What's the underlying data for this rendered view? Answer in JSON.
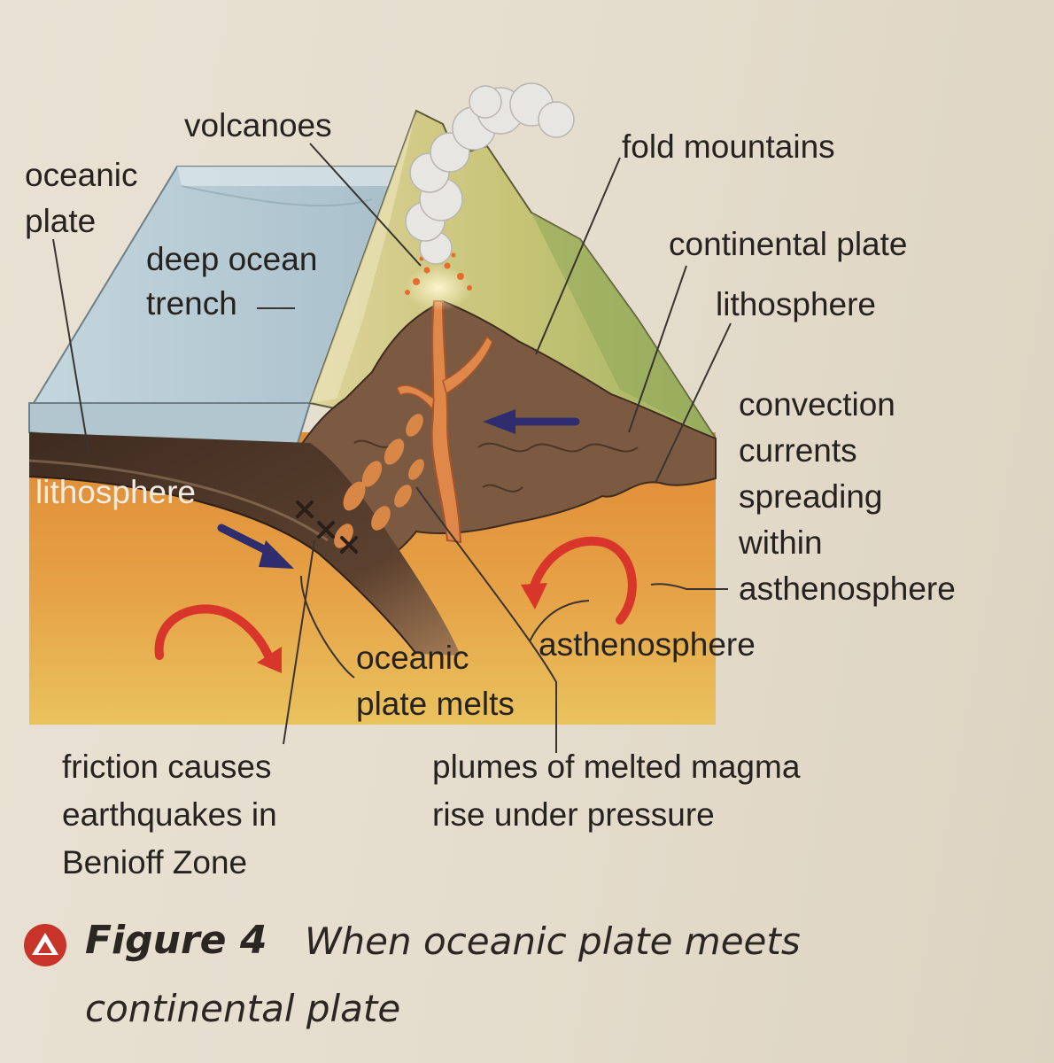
{
  "labels": {
    "volcanoes": "volcanoes",
    "fold_mountains": "fold mountains",
    "oceanic_plate": [
      "oceanic",
      "plate"
    ],
    "deep_ocean_trench": [
      "deep ocean",
      "trench"
    ],
    "continental_plate": "continental plate",
    "lithosphere_right": "lithosphere",
    "convection_currents": [
      "convection",
      "currents",
      "spreading",
      "within",
      "asthenosphere"
    ],
    "lithosphere_left": "lithosphere",
    "asthenosphere": "asthenosphere",
    "oceanic_plate_melts": [
      "oceanic",
      "plate melts"
    ],
    "friction": [
      "friction causes",
      "earthquakes in",
      "Benioff Zone"
    ],
    "plumes": [
      "plumes of melted magma",
      "rise under pressure"
    ]
  },
  "caption": {
    "figure": "Figure 4",
    "line1": "When oceanic plate meets",
    "line2": "continental plate"
  },
  "colors": {
    "ocean": "#b9cdd6",
    "ocean_dark": "#9fb6c2",
    "mountain_yellow": "#d6c98a",
    "mountain_green": "#a9b86a",
    "crust_brown": "#7e5b43",
    "lithosphere_dark": "#4a3426",
    "asthenosphere_orange": "#e29a3c",
    "asthenosphere_yellow": "#e9c15c",
    "magma": "#e0874a",
    "convection_arrow": "#d8352b",
    "motion_arrow": "#2f2d6e",
    "caption_icon": "#c8342a"
  },
  "icons": [
    "caption-triangle-icon",
    "convection-arrow-icon",
    "plate-motion-arrow-icon",
    "earthquake-cross-icon",
    "smoke-plume-icon"
  ]
}
